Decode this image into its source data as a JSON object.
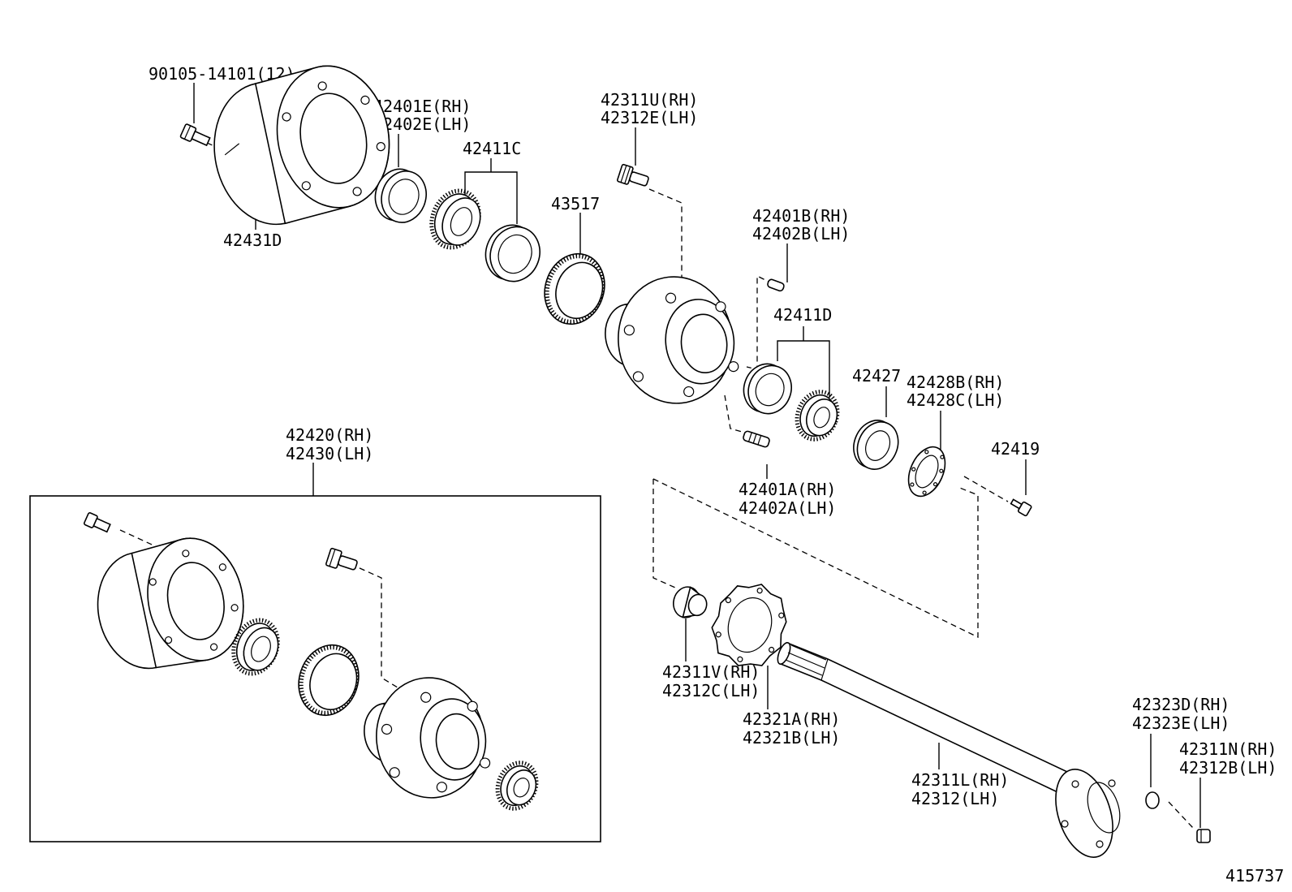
{
  "labels": {
    "bolt_90105": "90105-14101(12)",
    "drum": "42431D",
    "seal_rh": "42401E(RH)",
    "seal_lh": "42402E(LH)",
    "bearing_outer": "42411C",
    "abs_ring": "43517",
    "hub_bolt_rh": "42311U(RH)",
    "hub_bolt_lh": "42312E(LH)",
    "pin_b_rh": "42401B(RH)",
    "pin_b_lh": "42402B(LH)",
    "bearing_inner": "42411D",
    "nut_lock": "42427",
    "washer_rh": "42428B(RH)",
    "washer_lh": "42428C(LH)",
    "screw": "42419",
    "stud_a_rh": "42401A(RH)",
    "stud_a_lh": "42402A(LH)",
    "assy_rh": "42420(RH)",
    "assy_lh": "42430(LH)",
    "cone_rh": "42311V(RH)",
    "cone_lh": "42312C(LH)",
    "gasket_rh": "42321A(RH)",
    "gasket_lh": "42321B(LH)",
    "shaft_rh": "42311L(RH)",
    "shaft_lh": "42312(LH)",
    "washer2_rh": "42323D(RH)",
    "washer2_lh": "42323E(LH)",
    "nut_rh": "42311N(RH)",
    "nut_lh": "42312B(LH)",
    "diagram_id": "415737"
  }
}
